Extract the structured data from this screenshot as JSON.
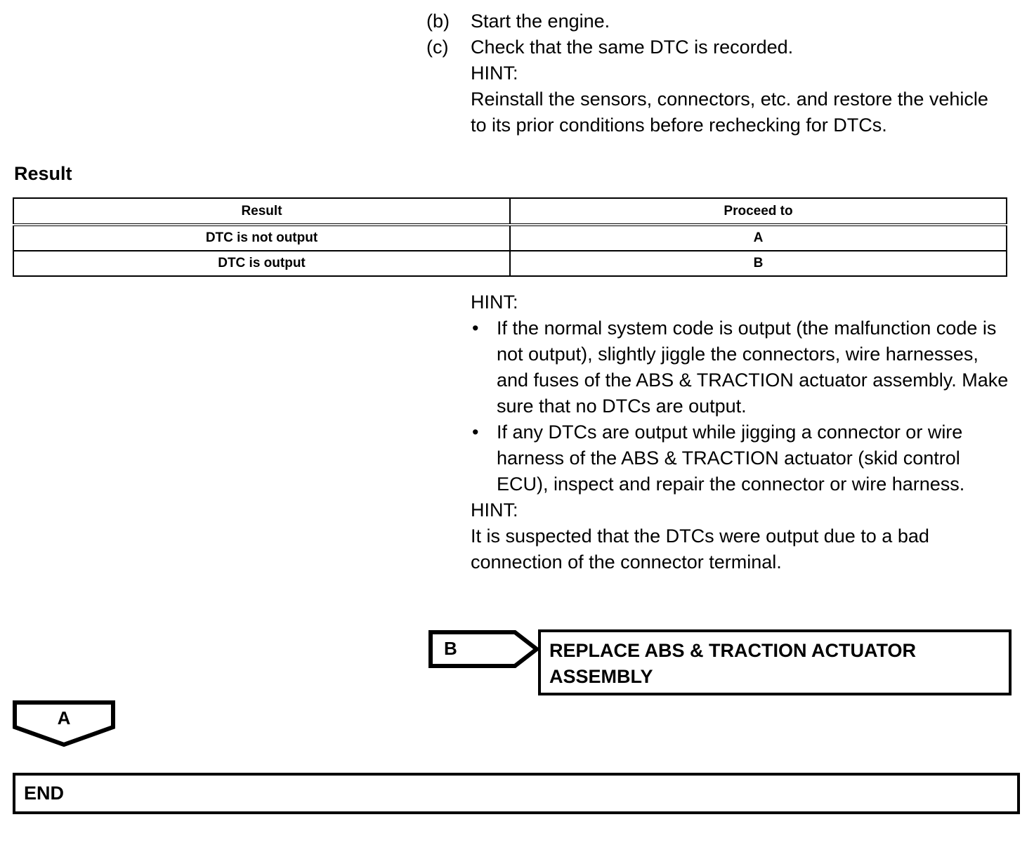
{
  "steps": [
    {
      "label": "(b)",
      "text": "Start the engine."
    },
    {
      "label": "(c)",
      "text": "Check that the same DTC is recorded."
    }
  ],
  "step_c_hint_label": "HINT:",
  "step_c_hint_text": "Reinstall the sensors, connectors, etc. and restore the vehicle to its prior conditions before rechecking for DTCs.",
  "result_section": {
    "heading": "Result",
    "table": {
      "headers": [
        "Result",
        "Proceed to"
      ],
      "rows": [
        [
          "DTC is not output",
          "A"
        ],
        [
          "DTC is output",
          "B"
        ]
      ]
    }
  },
  "hint_block": {
    "label_1": "HINT:",
    "bullet_marker": "•",
    "bullets": [
      "If the normal system code is output (the malfunction code is not output), slightly jiggle the connectors, wire harnesses, and fuses of the ABS & TRACTION actuator assembly. Make sure that no DTCs are output.",
      "If any DTCs are output while jigging a connector or wire harness of the ABS & TRACTION actuator (skid control ECU), inspect and repair the connector or wire harness."
    ],
    "label_2": "HINT:",
    "text_2": "It is suspected that the DTCs were output due to a bad connection of the connector terminal."
  },
  "flow": {
    "connector_b": "B",
    "action_replace": "REPLACE ABS & TRACTION ACTUATOR ASSEMBLY",
    "connector_a": "A",
    "end_label": "END"
  },
  "colors": {
    "ink": "#000000",
    "paper": "#ffffff"
  }
}
